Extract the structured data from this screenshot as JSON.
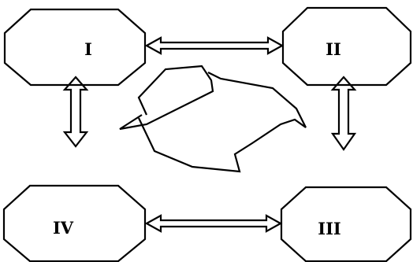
{
  "diagram": {
    "nodes": [
      {
        "id": "node-1",
        "label": "I"
      },
      {
        "id": "node-2",
        "label": "II"
      },
      {
        "id": "node-3",
        "label": "III"
      },
      {
        "id": "node-4",
        "label": "IV"
      }
    ],
    "links": [
      {
        "from": "I",
        "to": "II",
        "type": "double-headed-arrow"
      },
      {
        "from": "I",
        "to": "IV",
        "type": "double-headed-arrow"
      },
      {
        "from": "II",
        "to": "III",
        "type": "double-headed-arrow"
      },
      {
        "from": "IV",
        "to": "III",
        "type": "double-headed-arrow"
      }
    ],
    "center_graphic": "circular-arrows-icon",
    "colors": {
      "stroke": "#000000",
      "background": "#ffffff"
    }
  }
}
